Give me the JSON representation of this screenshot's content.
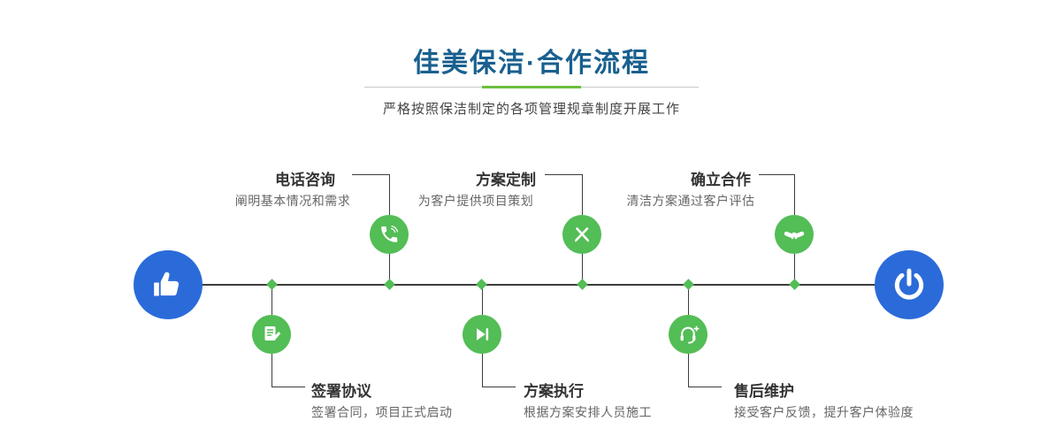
{
  "header": {
    "title": "佳美保洁·合作流程",
    "subtitle": "严格按照保洁制定的各项管理规章制度开展工作"
  },
  "colors": {
    "title_blue": "#19608f",
    "divider_gray": "#c8c8c8",
    "divider_green": "#6cbf3c",
    "node_green": "#53bd56",
    "endpoint_blue": "#2b6bd9",
    "line_dark": "#3c3c3c",
    "step_title_text": "#333333",
    "step_desc_text": "#666666"
  },
  "timeline": {
    "start_icon": "hand-pointer-icon",
    "end_icon": "power-icon",
    "steps_top": [
      {
        "title": "电话咨询",
        "desc": "阐明基本情况和需求",
        "icon": "phone-icon"
      },
      {
        "title": "方案定制",
        "desc": "为客户提供项目策划",
        "icon": "pencil-tools-icon"
      },
      {
        "title": "确立合作",
        "desc": "清洁方案通过客户评估",
        "icon": "handshake-icon"
      }
    ],
    "steps_bottom": [
      {
        "title": "签署协议",
        "desc": "签署合同，项目正式启动",
        "icon": "contract-icon"
      },
      {
        "title": "方案执行",
        "desc": "根据方案安排人员施工",
        "icon": "play-icon"
      },
      {
        "title": "售后维护",
        "desc": "接受客户反馈，提升客户体验度",
        "icon": "headset-icon"
      }
    ]
  }
}
